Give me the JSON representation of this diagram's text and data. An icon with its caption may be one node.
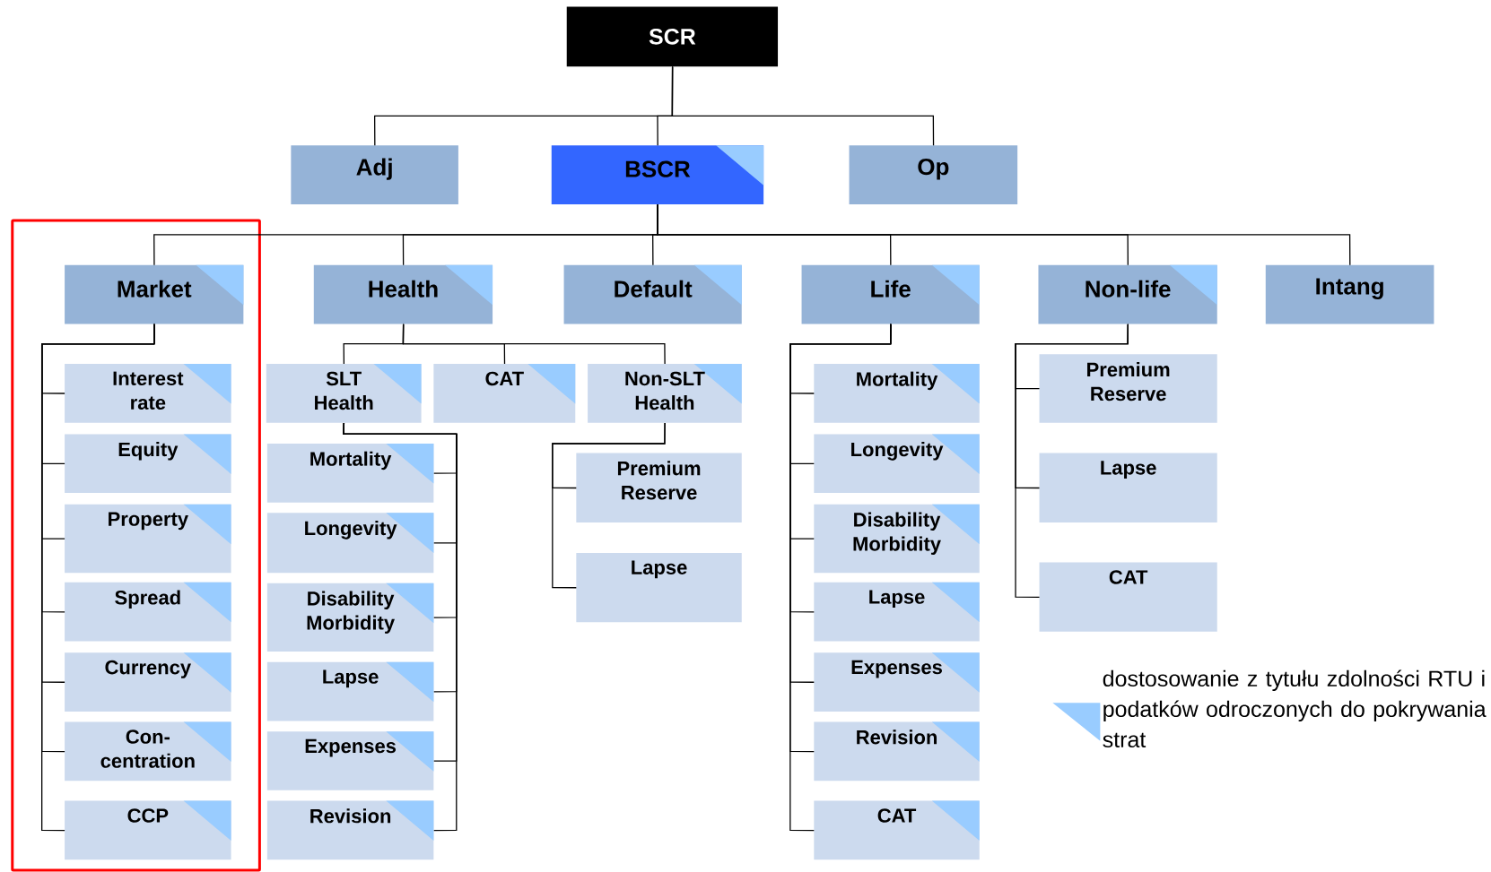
{
  "diagram": {
    "nodes": [
      {
        "text": [
          "SCR"
        ]
      },
      {
        "text": [
          "Adj"
        ]
      },
      {
        "text": [
          "BSCR"
        ]
      },
      {
        "text": [
          "Op"
        ]
      },
      {
        "text": [
          "Market"
        ]
      },
      {
        "text": [
          "Health"
        ]
      },
      {
        "text": [
          "Default"
        ]
      },
      {
        "text": [
          "Life"
        ]
      },
      {
        "text": [
          "Non-life"
        ]
      },
      {
        "text": [
          "Intang"
        ]
      },
      {
        "text": [
          "Interest rate"
        ]
      },
      {
        "text": [
          "Equity"
        ]
      },
      {
        "text": [
          "Property"
        ]
      },
      {
        "text": [
          "Spread"
        ]
      },
      {
        "text": [
          "Currency"
        ]
      },
      {
        "text": [
          "Con- centration"
        ]
      },
      {
        "text": [
          "CCP"
        ]
      },
      {
        "text": [
          "SLT Health"
        ]
      },
      {
        "text": [
          "CAT"
        ]
      },
      {
        "text": [
          "Non-SLT Health"
        ]
      },
      {
        "text": [
          "Mortality"
        ]
      },
      {
        "text": [
          "Longevity"
        ]
      },
      {
        "text": [
          "Disability Morbidity"
        ]
      },
      {
        "text": [
          "Lapse"
        ]
      },
      {
        "text": [
          "Expenses"
        ]
      },
      {
        "text": [
          "Revision"
        ]
      },
      {
        "text": [
          "Premium Reserve"
        ]
      },
      {
        "text": [
          "Lapse"
        ]
      },
      {
        "text": [
          "Mortality"
        ]
      },
      {
        "text": [
          "Longevity"
        ]
      },
      {
        "text": [
          "Disability Morbidity"
        ]
      },
      {
        "text": [
          "Lapse"
        ]
      },
      {
        "text": [
          "Expenses"
        ]
      },
      {
        "text": [
          "Revision"
        ]
      },
      {
        "text": [
          "CAT"
        ]
      },
      {
        "text": [
          "Premium Reserve"
        ]
      },
      {
        "text": [
          "Lapse"
        ]
      },
      {
        "text": [
          "CAT"
        ]
      }
    ],
    "edges": [
      {
        "from": 0,
        "to": 1,
        "arrow": "none"
      },
      {
        "from": 0,
        "to": 2,
        "arrow": "none"
      },
      {
        "from": 0,
        "to": 3,
        "arrow": "none"
      },
      {
        "from": 2,
        "to": 4,
        "arrow": "none"
      },
      {
        "from": 2,
        "to": 5,
        "arrow": "none"
      },
      {
        "from": 2,
        "to": 6,
        "arrow": "none"
      },
      {
        "from": 2,
        "to": 7,
        "arrow": "none"
      },
      {
        "from": 2,
        "to": 8,
        "arrow": "none"
      },
      {
        "from": 2,
        "to": 9,
        "arrow": "none"
      },
      {
        "from": 4,
        "to": 10,
        "arrow": "none"
      },
      {
        "from": 4,
        "to": 11,
        "arrow": "none"
      },
      {
        "from": 4,
        "to": 12,
        "arrow": "none"
      },
      {
        "from": 4,
        "to": 13,
        "arrow": "none"
      },
      {
        "from": 4,
        "to": 14,
        "arrow": "none"
      },
      {
        "from": 4,
        "to": 15,
        "arrow": "none"
      },
      {
        "from": 4,
        "to": 16,
        "arrow": "none"
      },
      {
        "from": 5,
        "to": 17,
        "arrow": "none"
      },
      {
        "from": 5,
        "to": 18,
        "arrow": "none"
      },
      {
        "from": 5,
        "to": 19,
        "arrow": "none"
      },
      {
        "from": 17,
        "to": 20,
        "arrow": "none"
      },
      {
        "from": 17,
        "to": 21,
        "arrow": "none"
      },
      {
        "from": 17,
        "to": 22,
        "arrow": "none"
      },
      {
        "from": 17,
        "to": 23,
        "arrow": "none"
      },
      {
        "from": 17,
        "to": 24,
        "arrow": "none"
      },
      {
        "from": 17,
        "to": 25,
        "arrow": "none"
      },
      {
        "from": 19,
        "to": 26,
        "arrow": "none"
      },
      {
        "from": 19,
        "to": 27,
        "arrow": "none"
      },
      {
        "from": 7,
        "to": 28,
        "arrow": "none"
      },
      {
        "from": 7,
        "to": 29,
        "arrow": "none"
      },
      {
        "from": 7,
        "to": 30,
        "arrow": "none"
      },
      {
        "from": 7,
        "to": 31,
        "arrow": "none"
      },
      {
        "from": 7,
        "to": 32,
        "arrow": "none"
      },
      {
        "from": 7,
        "to": 33,
        "arrow": "none"
      },
      {
        "from": 7,
        "to": 34,
        "arrow": "none"
      },
      {
        "from": 8,
        "to": 35,
        "arrow": "none"
      },
      {
        "from": 8,
        "to": 36,
        "arrow": "none"
      },
      {
        "from": 8,
        "to": 37,
        "arrow": "none"
      }
    ],
    "legend": [
      {
        "text": "dostosowanie z tytułu zdolności RTU i podatków odroczonych do pokrywania strat"
      }
    ]
  }
}
